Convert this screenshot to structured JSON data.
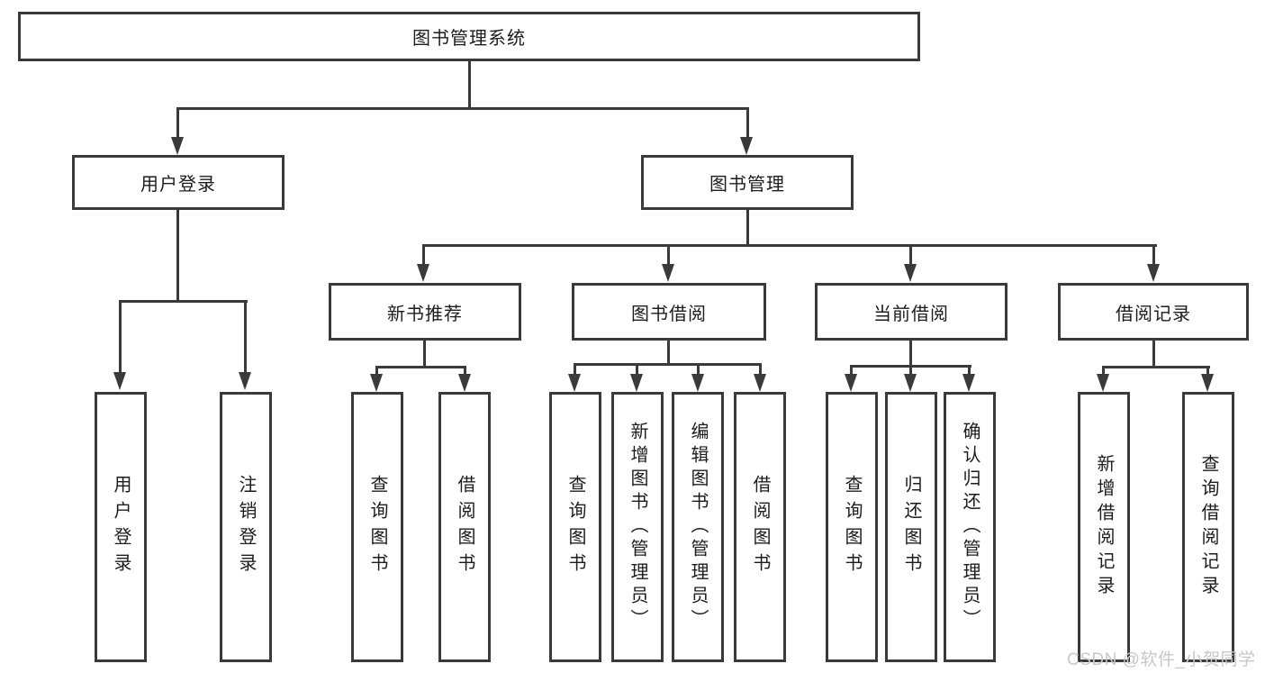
{
  "diagram": {
    "root": {
      "label": "图书管理系统"
    },
    "branches": [
      {
        "label": "用户登录",
        "children": [
          {
            "label": "用户登录"
          },
          {
            "label": "注销登录"
          }
        ]
      },
      {
        "label": "图书管理",
        "children": [
          {
            "label": "新书推荐",
            "children": [
              {
                "label": "查询图书"
              },
              {
                "label": "借阅图书"
              }
            ]
          },
          {
            "label": "图书借阅",
            "children": [
              {
                "label": "查询图书"
              },
              {
                "label": "新增图书（管理员）"
              },
              {
                "label": "编辑图书（管理员）"
              },
              {
                "label": "借阅图书"
              }
            ]
          },
          {
            "label": "当前借阅",
            "children": [
              {
                "label": "查询图书"
              },
              {
                "label": "归还图书"
              },
              {
                "label": "确认归还（管理员）"
              }
            ]
          },
          {
            "label": "借阅记录",
            "children": [
              {
                "label": "新增借阅记录"
              },
              {
                "label": "查询借阅记录"
              }
            ]
          }
        ]
      }
    ]
  },
  "watermark": {
    "text": "CSDN @软件_小贺同学"
  },
  "colors": {
    "line": "#3a3a3a",
    "text": "#1c1c1c",
    "background": "#ffffff",
    "watermark": "#c8c8c8"
  }
}
